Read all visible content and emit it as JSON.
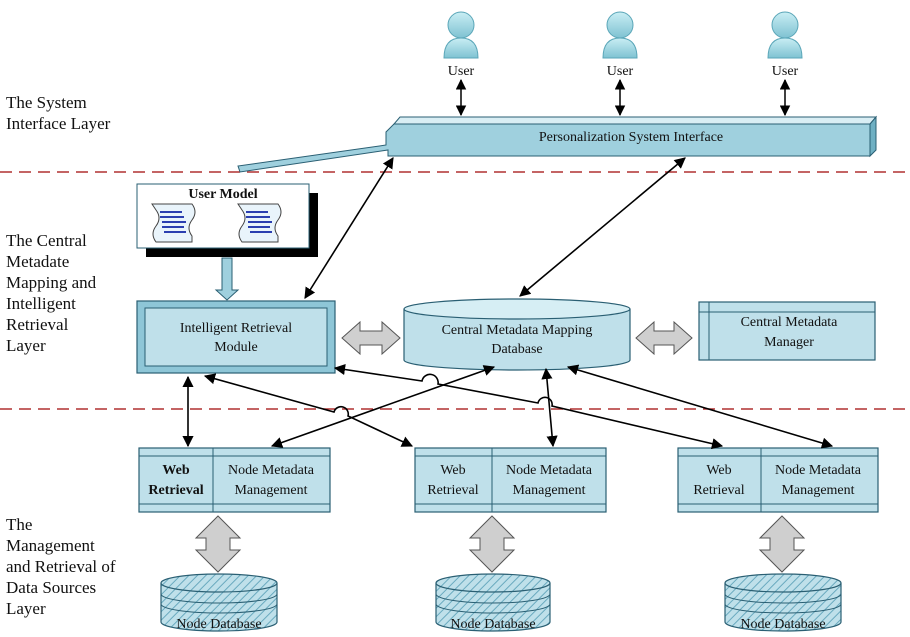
{
  "layers": {
    "system_interface": "The System\nInterface Layer",
    "central": "The Central\nMetadate\nMapping and\nIntelligent\nRetrieval\nLayer",
    "management": "The\nManagement\nand Retrieval of\nData Sources\nLayer"
  },
  "users": [
    "User",
    "User",
    "User"
  ],
  "interface": {
    "label": "Personalization System Interface"
  },
  "user_model": {
    "title": "User Model"
  },
  "intelligent_retrieval": {
    "line1": "Intelligent Retrieval",
    "line2": "Module"
  },
  "central_db": {
    "line1": "Central Metadata Mapping",
    "line2": "Database"
  },
  "central_manager": {
    "line1": "Central Metadata",
    "line2": "Manager"
  },
  "nodes": [
    {
      "web1": "Web",
      "web2": "Retrieval",
      "meta1": "Node Metadata",
      "meta2": "Management",
      "database": "Node Database"
    },
    {
      "web1": "Web",
      "web2": "Retrieval",
      "meta1": "Node Metadata",
      "meta2": "Management",
      "database": "Node Database"
    },
    {
      "web1": "Web",
      "web2": "Retrieval",
      "meta1": "Node Metadata",
      "meta2": "Management",
      "database": "Node Database"
    }
  ],
  "colors": {
    "box_fill": "#bfe0ea",
    "box_dark": "#8ec6d7",
    "stroke": "#2a5f73",
    "divider": "#b03030",
    "user_fill": "#9fd3df",
    "gray_arrow": "#c8c8c8"
  }
}
